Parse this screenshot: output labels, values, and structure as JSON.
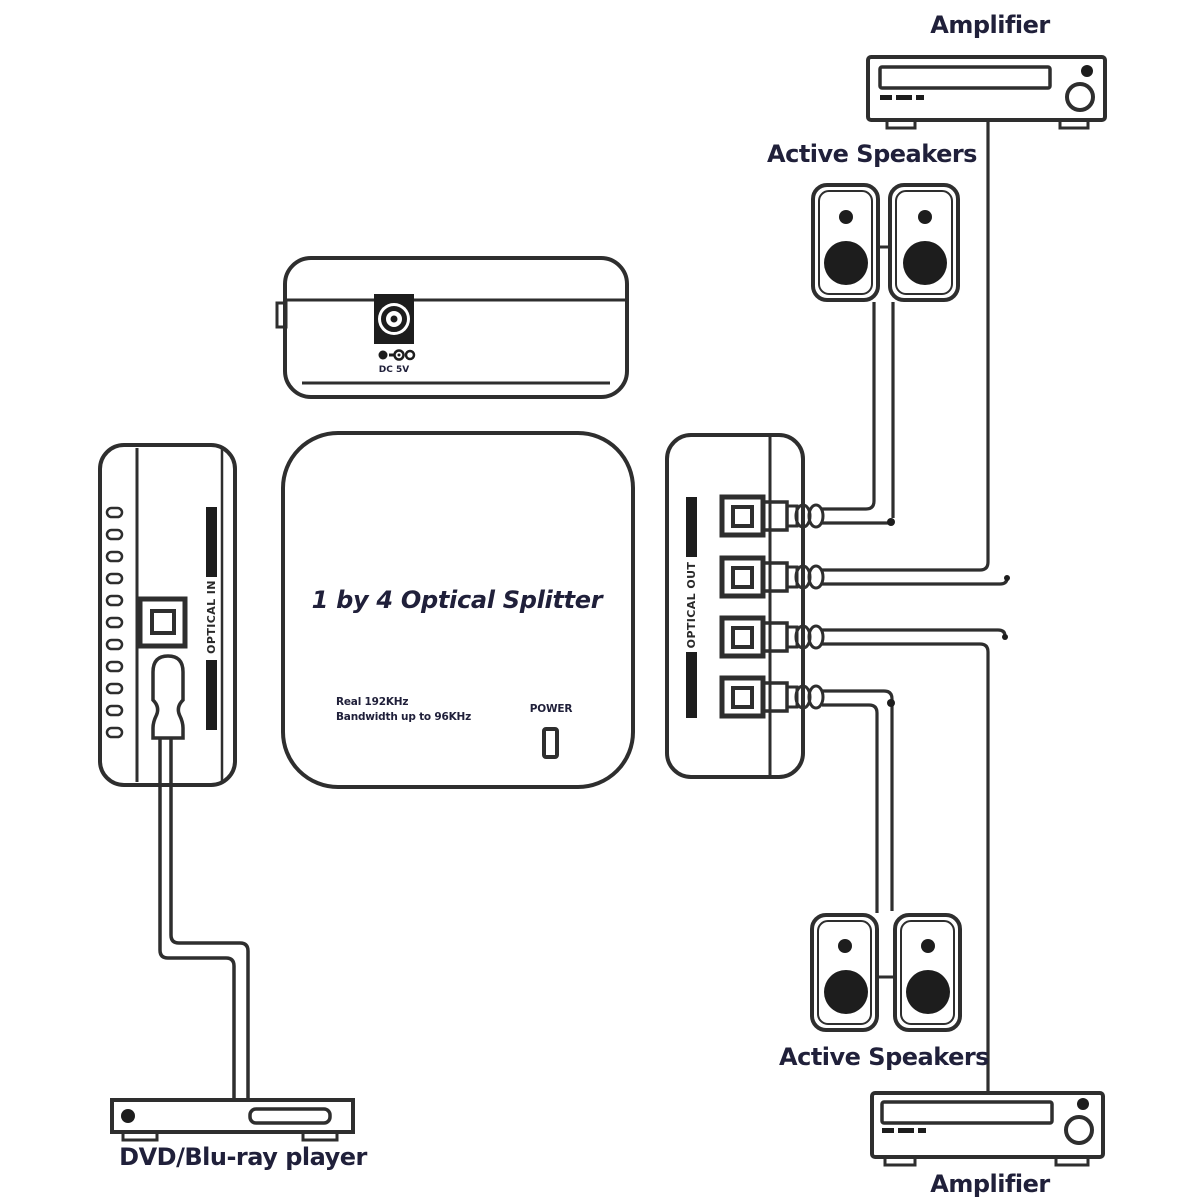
{
  "splitter_front": {
    "title": "1 by 4 Optical Splitter",
    "spec_line_1": "Real 192KHz",
    "spec_line_2": "Bandwidth up to 96KHz",
    "power_label": "POWER"
  },
  "splitter_input_view": {
    "port_label": "OPTICAL IN"
  },
  "splitter_output_view": {
    "port_label": "OPTICAL OUT"
  },
  "splitter_power_view": {
    "dc_label": "DC 5V"
  },
  "devices": {
    "top_amplifier": {
      "label": "Amplifier"
    },
    "top_speakers": {
      "label": "Active Speakers"
    },
    "bottom_speakers": {
      "label": "Active Speakers"
    },
    "bottom_amplifier": {
      "label": "Amplifier"
    },
    "dvd_player": {
      "label": "DVD/Blu-ray player"
    }
  },
  "colors": {
    "background": "#ffffff",
    "line": "#2e2e2e",
    "text": "#20203a"
  }
}
